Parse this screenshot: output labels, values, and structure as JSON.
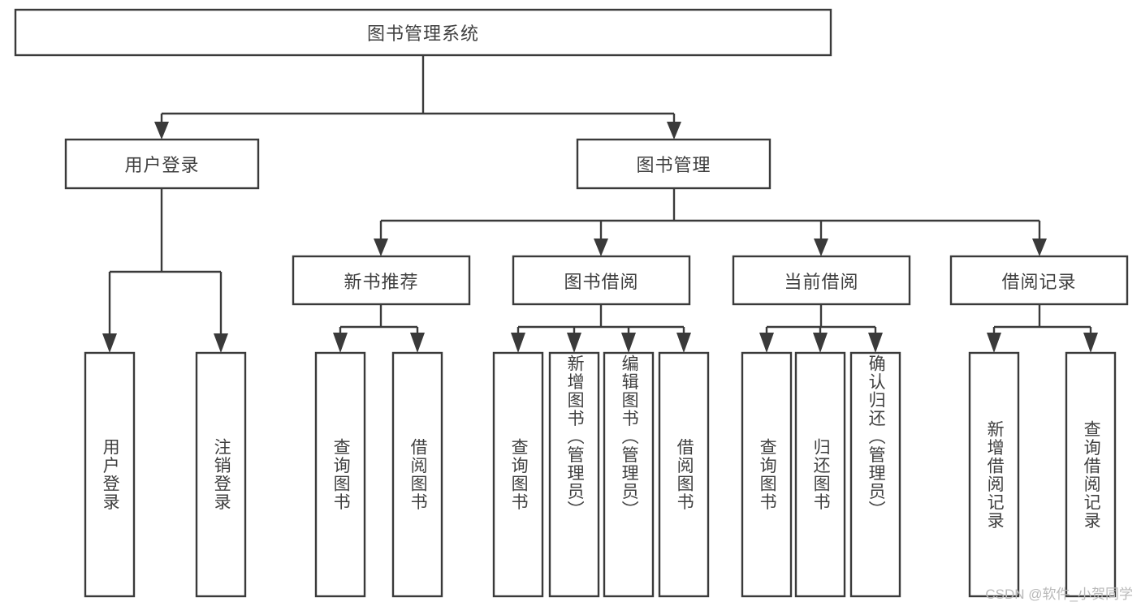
{
  "diagram": {
    "type": "tree-hierarchy-chart",
    "title": "图书管理系统",
    "orientation": "top-down",
    "colors": {
      "box_stroke": "#3a3a3a",
      "box_fill": "#ffffff",
      "connector": "#3a3a3a",
      "text": "#3f3f3f",
      "background": "#ffffff",
      "watermark": "#b9b9b9"
    },
    "root": {
      "label": "图书管理系统"
    },
    "level2": [
      {
        "label": "用户登录"
      },
      {
        "label": "图书管理"
      }
    ],
    "level3": [
      {
        "label": "新书推荐"
      },
      {
        "label": "图书借阅"
      },
      {
        "label": "当前借阅"
      },
      {
        "label": "借阅记录"
      }
    ],
    "leaves": {
      "user_login": [
        {
          "label": "用户登录"
        },
        {
          "label": "注销登录"
        }
      ],
      "new_book_recommend": [
        {
          "label": "查询图书"
        },
        {
          "label": "借阅图书"
        }
      ],
      "book_borrow": [
        {
          "label": "查询图书"
        },
        {
          "label": "新增图书（管理员）"
        },
        {
          "label": "编辑图书（管理员）"
        },
        {
          "label": "借阅图书"
        }
      ],
      "current_borrow": [
        {
          "label": "查询图书"
        },
        {
          "label": "归还图书"
        },
        {
          "label": "确认归还（管理员）"
        }
      ],
      "borrow_record": [
        {
          "label": "新增借阅记录"
        },
        {
          "label": "查询借阅记录"
        }
      ]
    },
    "watermark": "CSDN @软件_小贺同学"
  }
}
